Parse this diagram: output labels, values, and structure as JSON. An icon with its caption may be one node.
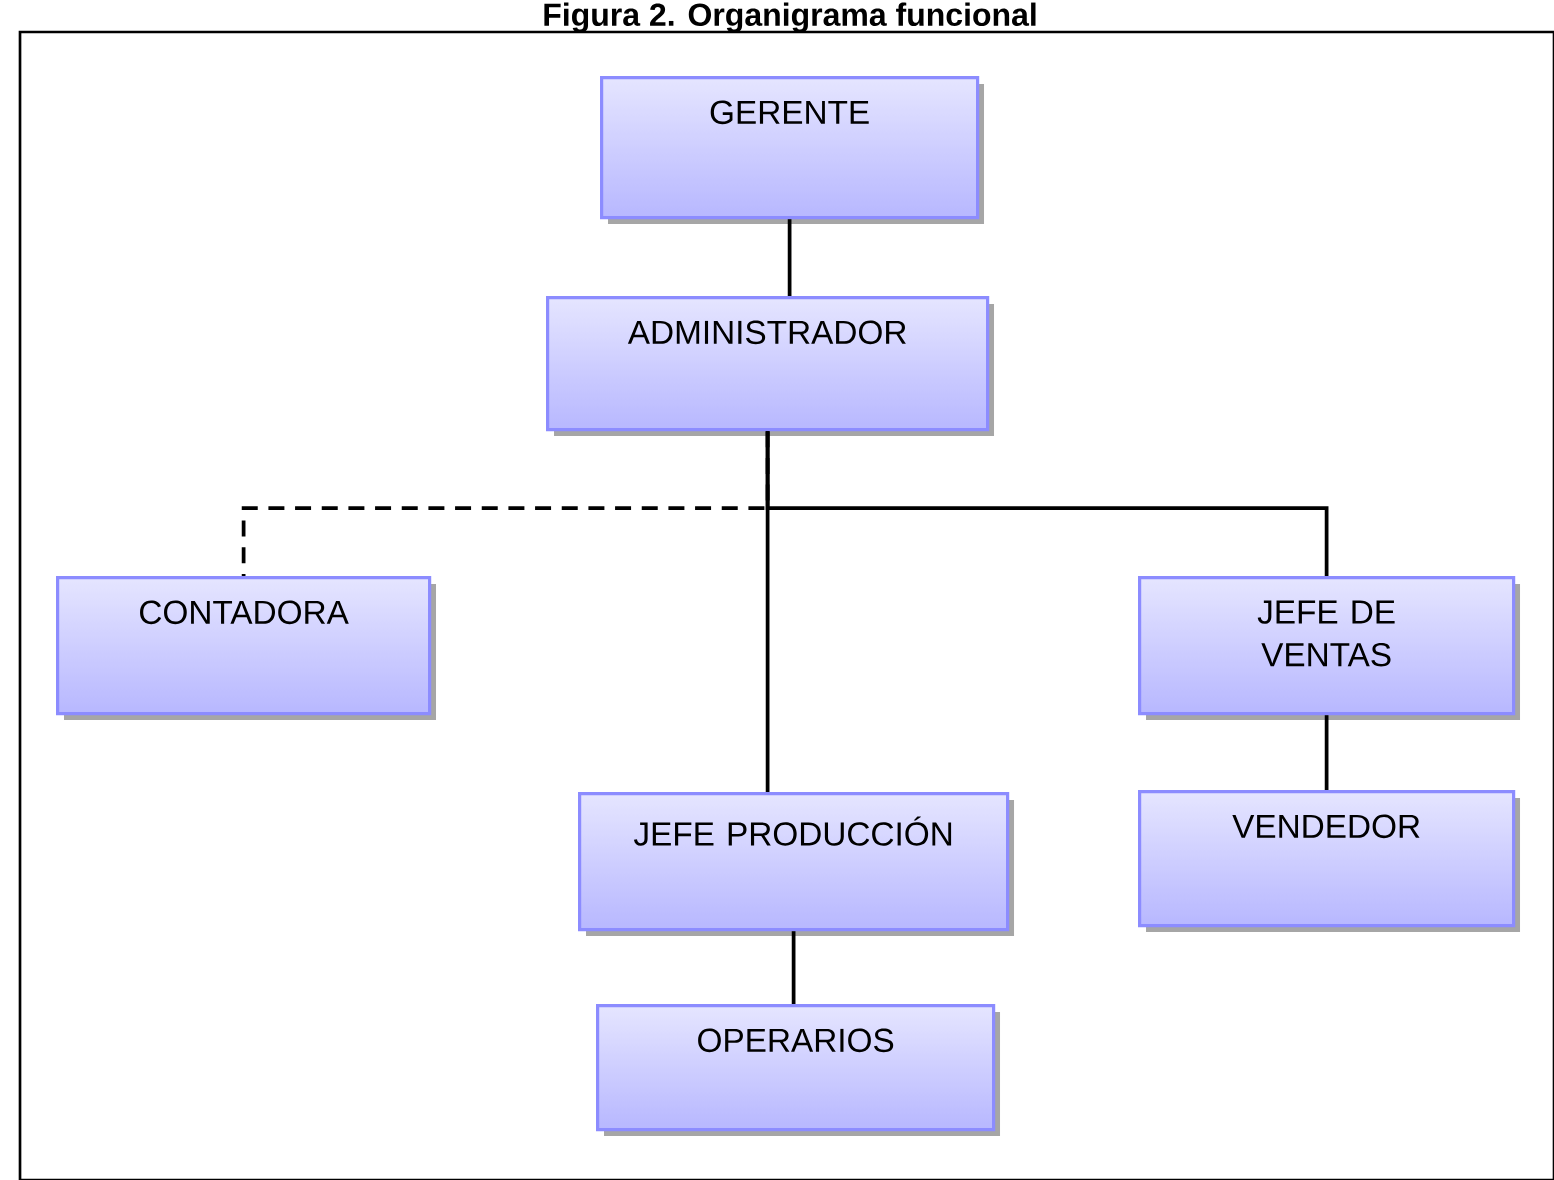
{
  "diagram": {
    "title": "Figura 2. Organigrama funcional",
    "nodes": [
      {
        "text": [
          "GERENTE"
        ]
      },
      {
        "text": [
          "ADMINISTRADOR"
        ]
      },
      {
        "text": [
          "CONTADORA"
        ]
      },
      {
        "text": [
          "JEFE DE VENTAS"
        ]
      },
      {
        "text": [
          "JEFE PRODUCCIÓN"
        ]
      },
      {
        "text": [
          "VENDEDOR"
        ]
      },
      {
        "text": [
          "OPERARIOS"
        ]
      }
    ],
    "edges": [
      {
        "from": 0,
        "to": 1,
        "arrow": "none"
      },
      {
        "from": 1,
        "to": 2,
        "arrow": "none",
        "style": "dashed"
      },
      {
        "from": 1,
        "to": 3,
        "arrow": "none"
      },
      {
        "from": 1,
        "to": 4,
        "arrow": "none"
      },
      {
        "from": 3,
        "to": 5,
        "arrow": "none"
      },
      {
        "from": 4,
        "to": 6,
        "arrow": "none"
      }
    ]
  }
}
